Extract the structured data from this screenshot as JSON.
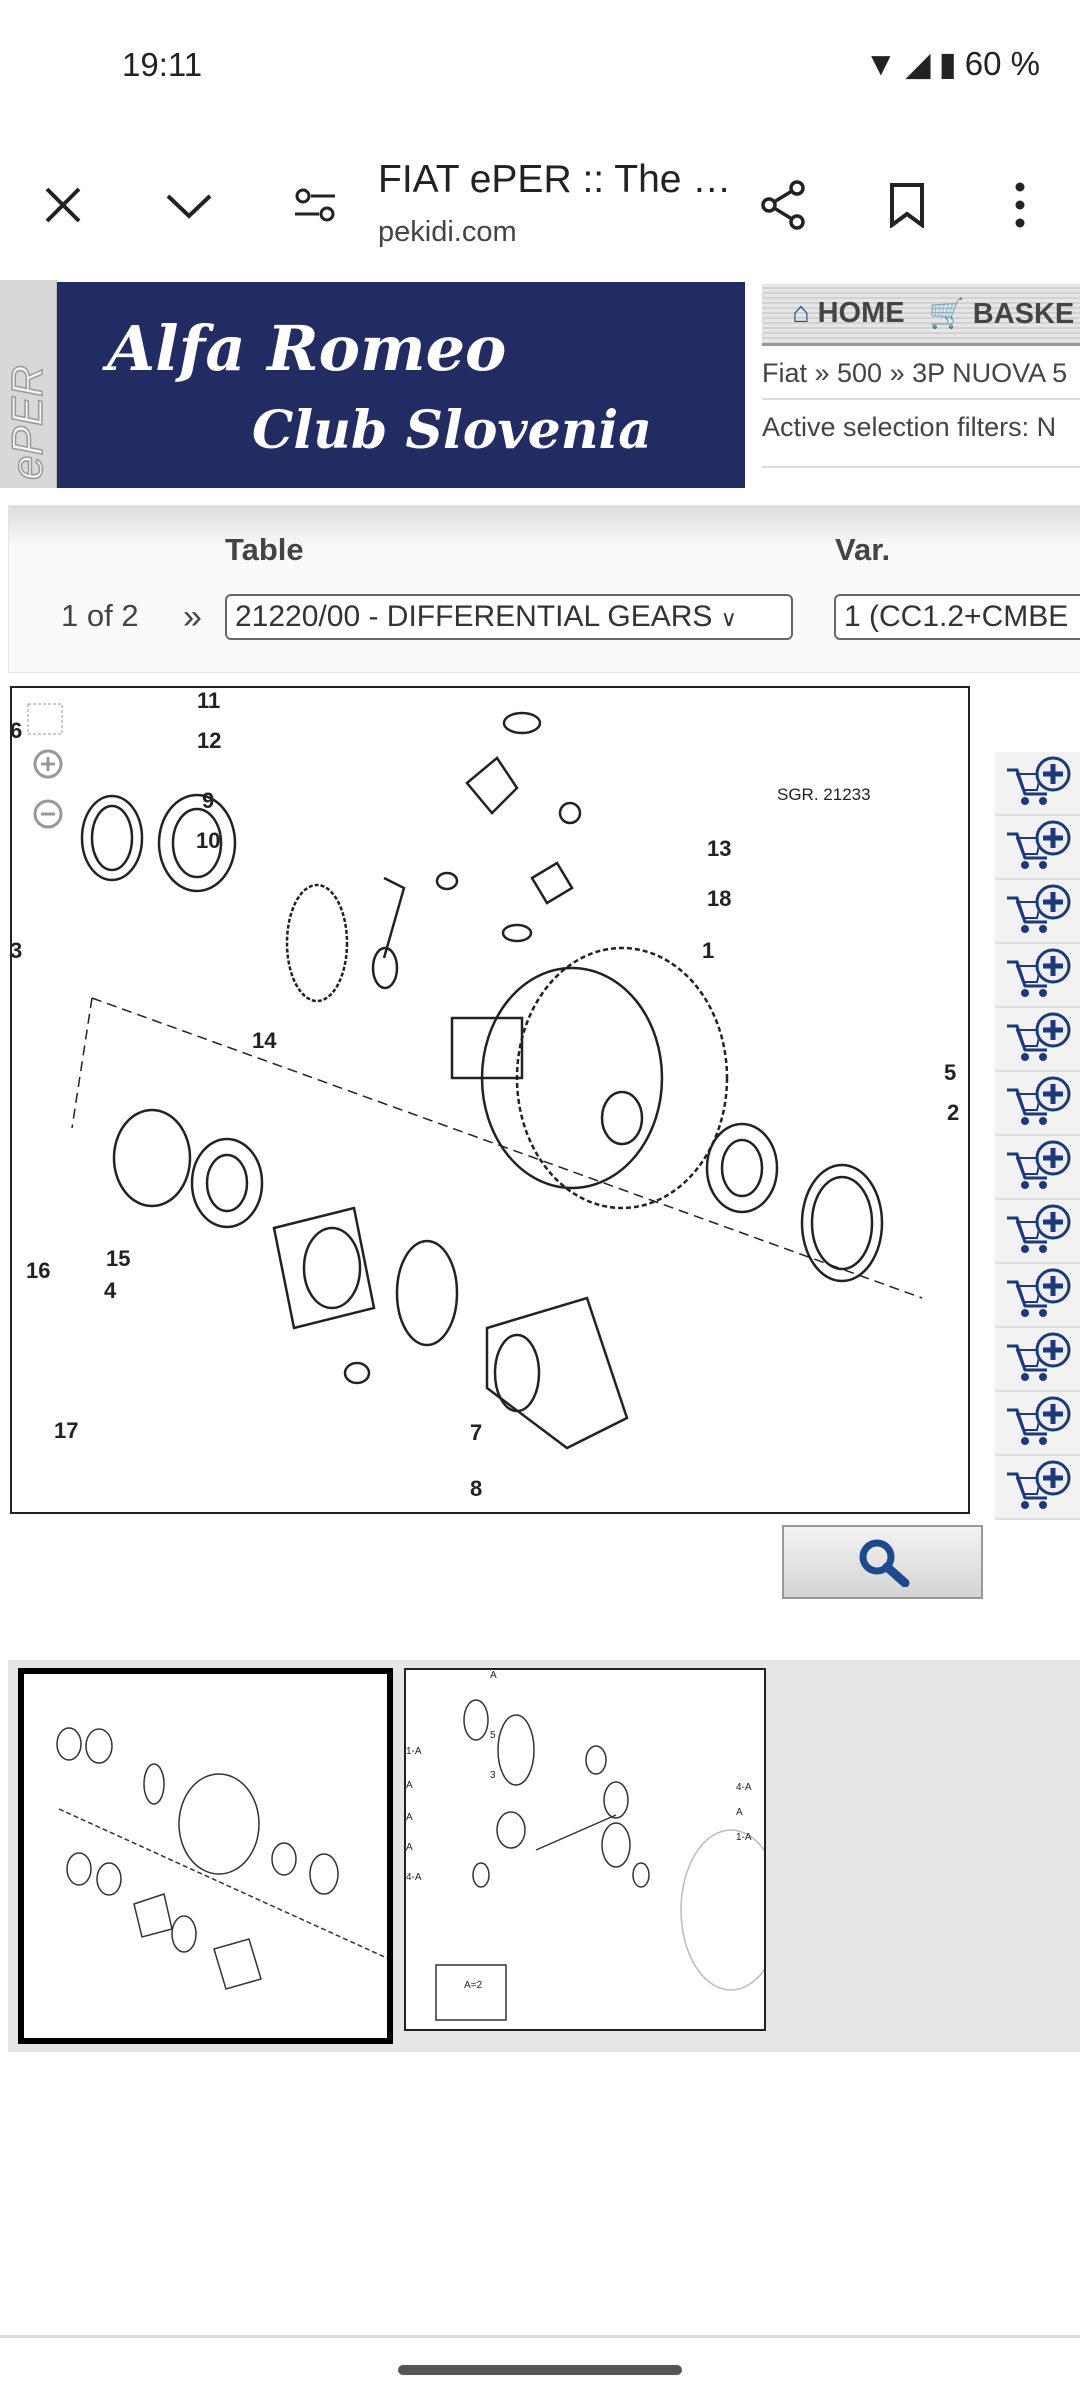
{
  "status_bar": {
    "time": "19:11",
    "battery": "60 %"
  },
  "browser": {
    "title": "FIAT ePER :: The …",
    "url": "pekidi.com"
  },
  "header": {
    "logo_line1": "Alfa Romeo",
    "logo_line2": "Club Slovenia",
    "eper_mark": "ePER",
    "nav": {
      "home": "HOME",
      "basket": "BASKE"
    },
    "breadcrumb": "Fiat » 500 » 3P NUOVA 5",
    "filters": "Active selection filters: N"
  },
  "table_section": {
    "table_label": "Table",
    "var_label": "Var.",
    "page": "1 of 2",
    "next": "»",
    "table_value": "21220/00 - DIFFERENTIAL GEARS",
    "var_value": "1 (CC1.2+CMBE"
  },
  "diagram": {
    "callouts": [
      "11",
      "12",
      "9",
      "10",
      "13",
      "18",
      "1",
      "14",
      "5",
      "2",
      "15",
      "4",
      "16",
      "17",
      "7",
      "8",
      "6",
      "3"
    ],
    "ref": "SGR. 21233"
  },
  "cart_rows": 12,
  "thumbnails": {
    "thumb2_callouts": [
      "A",
      "5",
      "3",
      "1-A",
      "A",
      "A",
      "4-A",
      "A",
      "4-A",
      "A",
      "1-A",
      "A=2"
    ]
  },
  "colors": {
    "logo_bg": "#232b63",
    "cart_blue": "#1a3a7a"
  }
}
